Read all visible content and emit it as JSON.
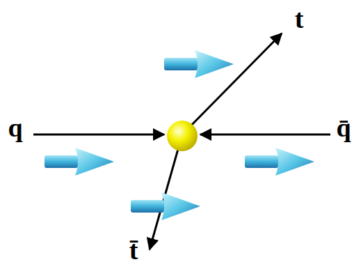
{
  "diagram": {
    "labels": [
      "t",
      "q",
      "q̄",
      "t̄"
    ]
  }
}
